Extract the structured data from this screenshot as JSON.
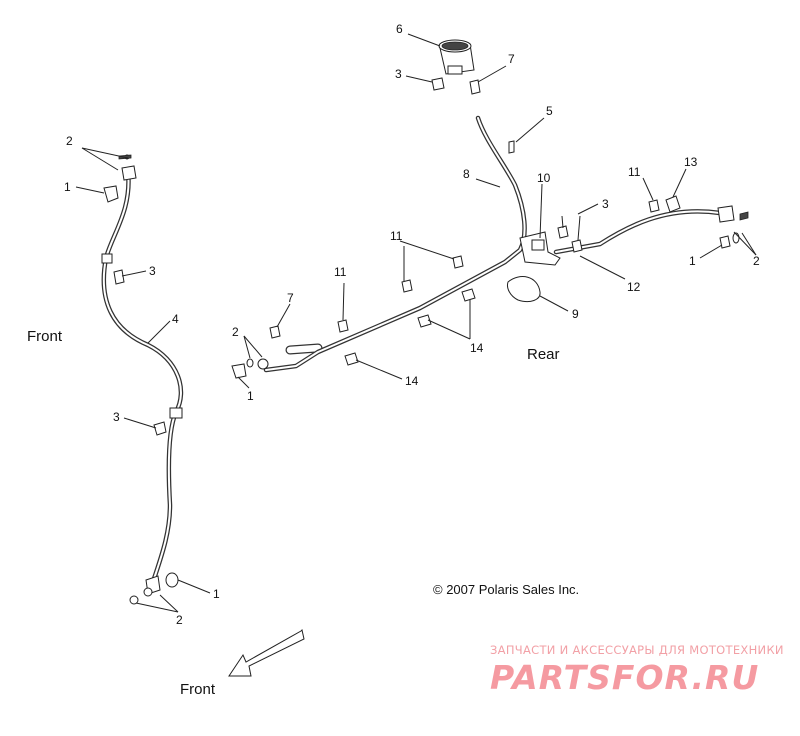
{
  "labels": {
    "front_side": "Front",
    "rear": "Rear",
    "front_arrow": "Front"
  },
  "copyright": "© 2007 Polaris Sales Inc.",
  "callouts": {
    "c6": "6",
    "c3_res": "3",
    "c7_res": "7",
    "c5": "5",
    "c8": "8",
    "c10": "10",
    "c11_a": "11",
    "c13": "13",
    "c3_right": "3",
    "c1_right": "1",
    "c2_right": "2",
    "c12": "12",
    "c9": "9",
    "c11_b": "11",
    "c11_c": "11",
    "c14_a": "14",
    "c14_b": "14",
    "c7_mid": "7",
    "c2_mid": "2",
    "c1_mid": "1",
    "c2_topleft": "2",
    "c1_topleft": "1",
    "c3_upper": "3",
    "c4": "4",
    "c3_lower": "3",
    "c1_bottom": "1",
    "c2_bottom": "2"
  },
  "watermark": {
    "tagline": "ЗАПЧАСТИ И АКСЕССУАРЫ ДЛЯ МОТОТЕХНИКИ",
    "logo": "PARTSFOR.RU"
  }
}
